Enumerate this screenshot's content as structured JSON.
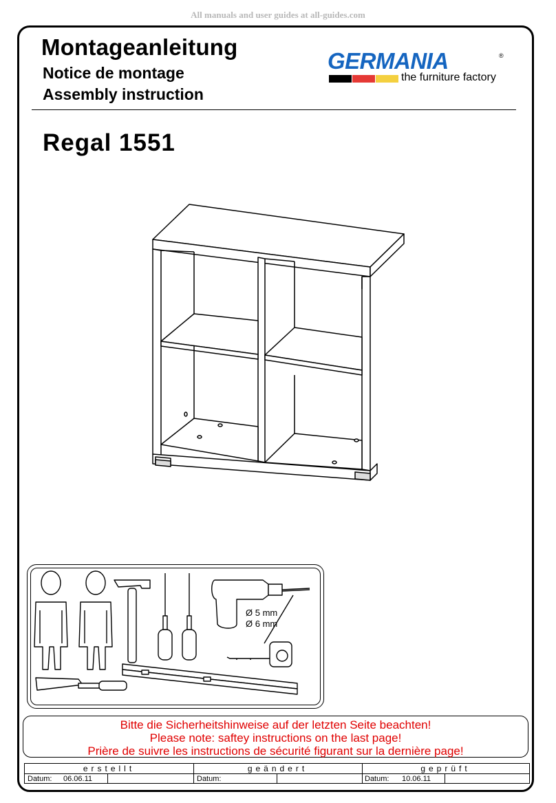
{
  "watermark": "All manuals and user guides at all-guides.com",
  "header": {
    "title_de": "Montageanleitung",
    "title_fr": "Notice de montage",
    "title_en": "Assembly instruction"
  },
  "brand": {
    "name": "GERMANIA",
    "registered": "®",
    "tagline": "the furniture factory",
    "colors": {
      "blue": "#1565c0",
      "black": "#000000",
      "red": "#e53935",
      "gold": "#f4d03f"
    }
  },
  "product": {
    "model": "Regal 1551"
  },
  "tools": {
    "drill_sizes": [
      "Ø 5 mm",
      "Ø 6 mm"
    ]
  },
  "safety": {
    "color": "#e00000",
    "lines": [
      "Bitte die Sicherheitshinweise auf der letzten Seite beachten!",
      "Please note: saftey instructions on the last page!",
      "Prière de suivre les instructions de sécurité figurant sur la dernière page!"
    ]
  },
  "footer": {
    "created": {
      "label": "erstellt",
      "date_label": "Datum:",
      "date": "06.06.11"
    },
    "changed": {
      "label": "geändert",
      "date_label": "Datum:",
      "date": ""
    },
    "checked": {
      "label": "geprüft",
      "date_label": "Datum:",
      "date": "10.06.11"
    }
  }
}
